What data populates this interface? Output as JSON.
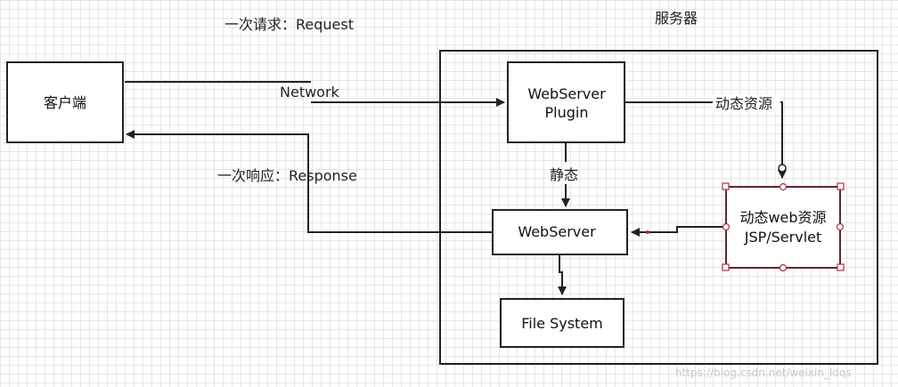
{
  "labels": {
    "request": "一次请求：Request",
    "response": "一次响应：Response",
    "server_title": "服务器",
    "network": "Network",
    "dynamic_resource": "动态资源",
    "static": "静态"
  },
  "boxes": {
    "client": "客户端",
    "plugin_line1": "WebServer",
    "plugin_line2": "Plugin",
    "webserver": "WebServer",
    "file_system": "File System",
    "dynamic_line1": "动态web资源",
    "dynamic_line2": "JSP/Servlet"
  },
  "watermark": "https://blog.csdn.net/weixin_ldqs",
  "colors": {
    "stroke": "#222222",
    "handle": "#b03040",
    "dynamic_border": "#5a2a2a"
  }
}
